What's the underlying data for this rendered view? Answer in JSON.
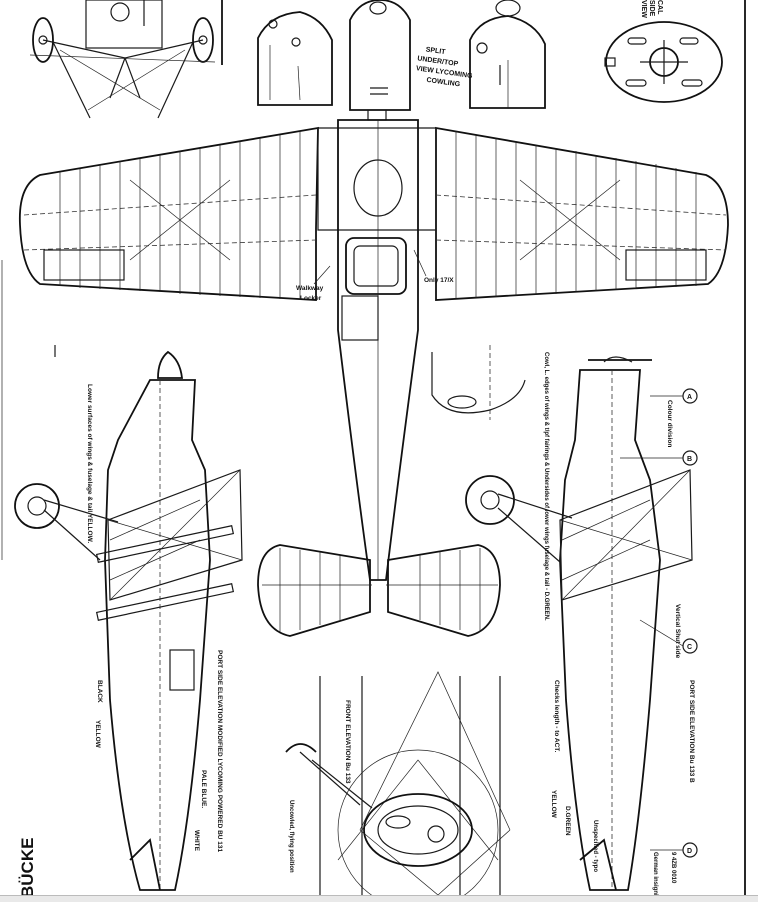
{
  "drawing": {
    "title_fragment": "BÜCKE",
    "top_right_fragments": [
      "VIEW",
      "SIDE",
      "CAL"
    ],
    "cowling_note": [
      "SPLIT",
      "UNDER/TOP",
      "VIEW LYCOMING",
      "COWLING"
    ],
    "walkway_label": [
      "Walkway",
      "Locker"
    ],
    "only_label": "Only  17/X",
    "left_notes": {
      "lower_surfaces": "Lower surfaces of wings & fuselage & tail YELLOW.",
      "black": "BLACK",
      "yellow": "YELLOW",
      "pale_blue": "PALE BLUE.",
      "white": "WHITE",
      "port_elevation": "PORT SIDE ELEVATION MODIFIED LYCOMING POWERED BU 131"
    },
    "center_notes": {
      "front_elevation": "FRONT ELEVATION Bu 133",
      "spinner_note": "Uncowled, flying position"
    },
    "right_notes": {
      "cowl_note": "Cowl, L. edges of wings & t/pf fairings & Undersides of lower wings fuselage & tail - D.GREEN.",
      "colour_division": "Colour division",
      "vertical_shut": "Vertical Shut side",
      "checks": "Checks length - to ACT.",
      "port_elevation": "PORT SIDE ELEVATION Bu 133 B",
      "yellow": "YELLOW",
      "d_green": "D.GREEN",
      "unspecified": "Unspecified - typo",
      "german_insignia": "German insignia",
      "codes": "9 4ZB 0010"
    },
    "section_markers": [
      "A",
      "B",
      "C",
      "D"
    ]
  }
}
